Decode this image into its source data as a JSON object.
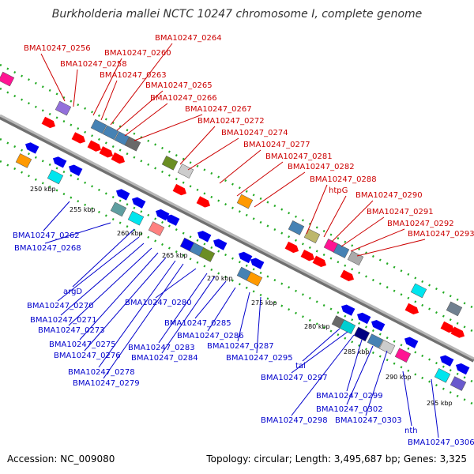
{
  "title": "Burkholderia mallei NCTC 10247 chromosome I, complete genome",
  "accession_label": "Accession: NC_009080",
  "summary": "Topology: circular; Length: 3,495,687 bp; Genes: 3,325",
  "colors": {
    "forward_label": "#cc0000",
    "reverse_label": "#0000cc",
    "backbone": "#999999",
    "tick": "#009900"
  },
  "scale_ticks": [
    "250 kbp",
    "255 kbp",
    "260 kbp",
    "265 kbp",
    "270 kbp",
    "275 kbp",
    "280 kbp",
    "285 kbp",
    "290 kbp",
    "295 kbp"
  ],
  "forward_genes": [
    "BMA10247_0256",
    "BMA10247_0258",
    "BMA10247_0260",
    "BMA10247_0263",
    "BMA10247_0264",
    "BMA10247_0265",
    "BMA10247_0266",
    "BMA10247_0267",
    "BMA10247_0272",
    "BMA10247_0274",
    "BMA10247_0277",
    "BMA10247_0281",
    "BMA10247_0282",
    "BMA10247_0288",
    "htpG",
    "BMA10247_0290",
    "BMA10247_0291",
    "BMA10247_0292",
    "BMA10247_0293"
  ],
  "reverse_genes": [
    "BMA10247_0262",
    "BMA10247_0268",
    "argD",
    "BMA10247_0270",
    "BMA10247_0271",
    "BMA10247_0273",
    "BMA10247_0275",
    "BMA10247_0276",
    "BMA10247_0278",
    "BMA10247_0279",
    "BMA10247_0280",
    "BMA10247_0283",
    "BMA10247_0284",
    "BMA10247_0285",
    "BMA10247_0286",
    "BMA10247_0287",
    "BMA10247_0295",
    "tal",
    "BMA10247_0297",
    "BMA10247_0298",
    "BMA10247_0299",
    "BMA10247_0302",
    "BMA10247_0303",
    "nth",
    "BMA10247_0306"
  ]
}
